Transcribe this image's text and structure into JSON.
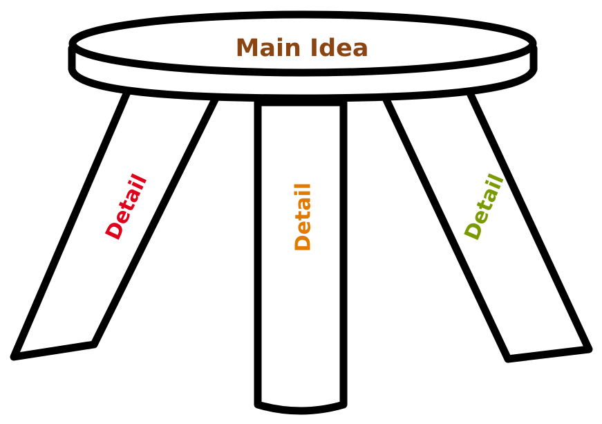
{
  "seat": {
    "label": "Main Idea",
    "color": "#8b4513"
  },
  "legs": [
    {
      "label": "Detail",
      "color": "#e0001b"
    },
    {
      "label": "Detail",
      "color": "#e07b00"
    },
    {
      "label": "Detail",
      "color": "#7a9a01"
    }
  ]
}
